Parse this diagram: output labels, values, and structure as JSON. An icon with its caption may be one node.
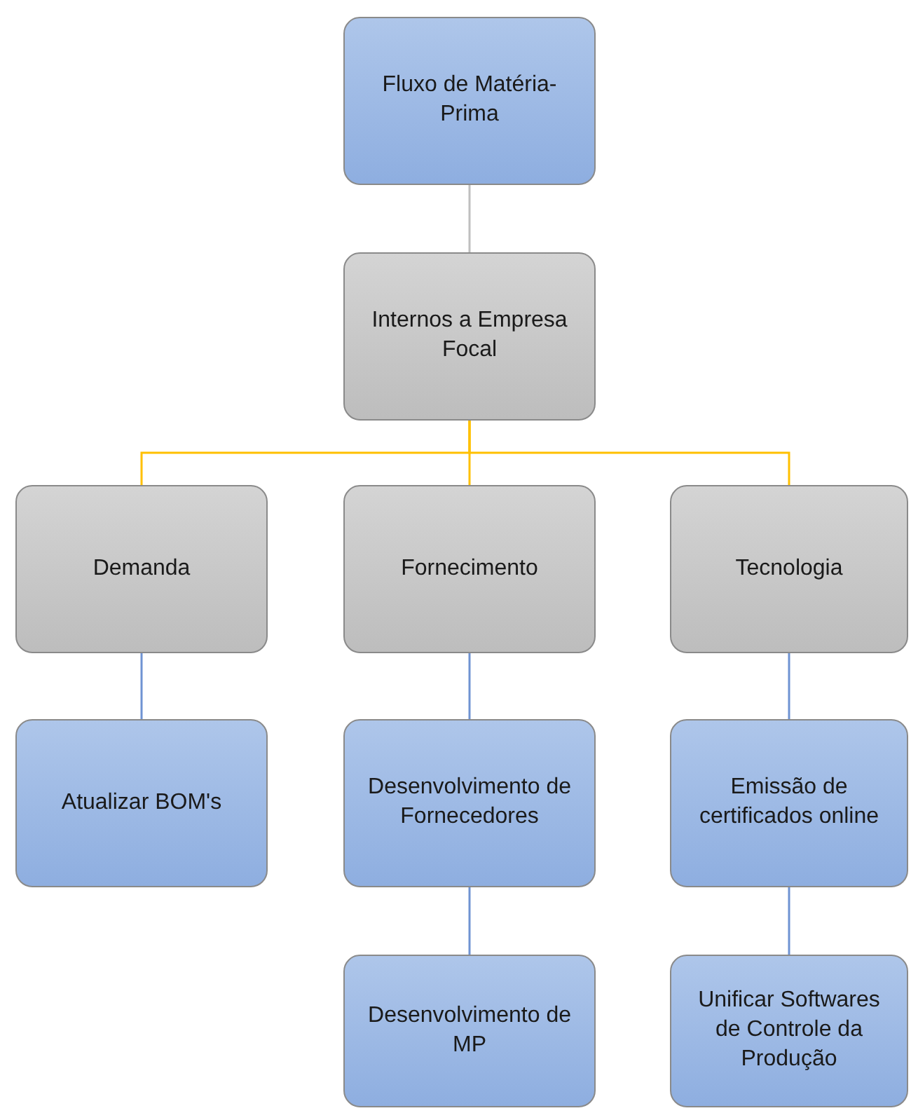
{
  "diagram": {
    "nodes": [
      {
        "text": [
          "Fluxo de Matéria-Prima"
        ]
      },
      {
        "text": [
          "Internos a Empresa Focal"
        ]
      },
      {
        "text": [
          "Demanda"
        ]
      },
      {
        "text": [
          "Fornecimento"
        ]
      },
      {
        "text": [
          "Tecnologia"
        ]
      },
      {
        "text": [
          "Atualizar BOM's"
        ]
      },
      {
        "text": [
          "Desenvolvimento de Fornecedores"
        ]
      },
      {
        "text": [
          "Emissão de certificados online"
        ]
      },
      {
        "text": [
          "Desenvolvimento de MP"
        ]
      },
      {
        "text": [
          "Unificar Softwares de Controle da Produção"
        ]
      }
    ],
    "edges": [
      {
        "from": 0,
        "to": 1,
        "arrow": "none",
        "color": "#bfbfbf"
      },
      {
        "from": 1,
        "to": 2,
        "arrow": "none",
        "color": "#ffc000"
      },
      {
        "from": 1,
        "to": 3,
        "arrow": "none",
        "color": "#ffc000"
      },
      {
        "from": 1,
        "to": 4,
        "arrow": "none",
        "color": "#ffc000"
      },
      {
        "from": 2,
        "to": 5,
        "arrow": "none"
      },
      {
        "from": 3,
        "to": 6,
        "arrow": "none"
      },
      {
        "from": 4,
        "to": 7,
        "arrow": "none"
      },
      {
        "from": 6,
        "to": 8,
        "arrow": "none"
      },
      {
        "from": 7,
        "to": 9,
        "arrow": "none"
      }
    ]
  }
}
